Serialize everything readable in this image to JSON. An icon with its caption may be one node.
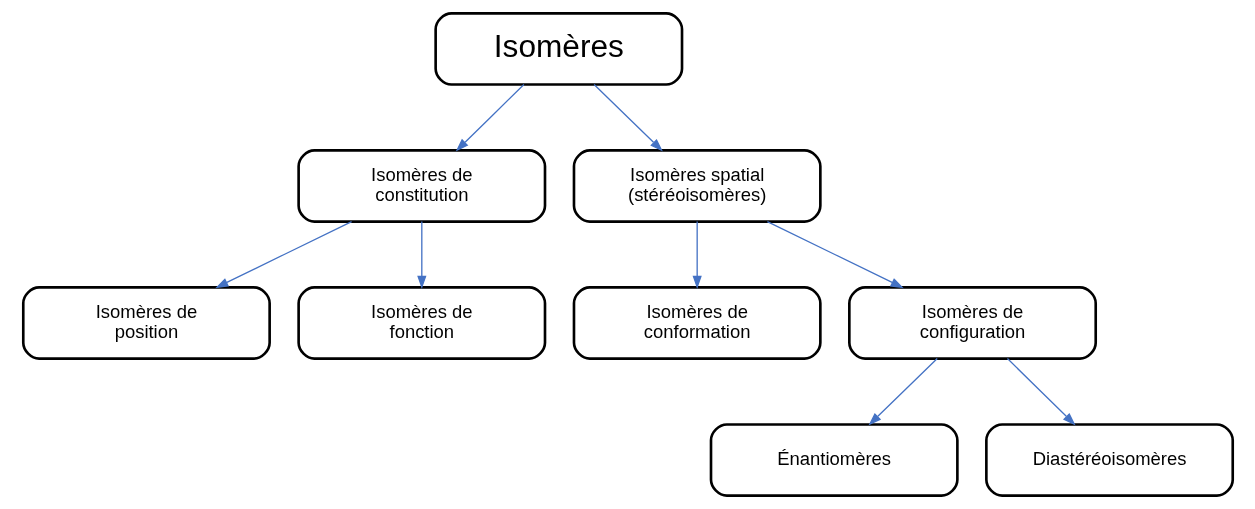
{
  "diagram": {
    "nodes": [
      {
        "text": [
          "Isomères"
        ]
      },
      {
        "text": [
          "Isomères de constitution"
        ]
      },
      {
        "text": [
          "Isomères spatial (stéréoisomères)"
        ]
      },
      {
        "text": [
          "Isomères de position"
        ]
      },
      {
        "text": [
          "Isomères de fonction"
        ]
      },
      {
        "text": [
          "Isomères de conformation"
        ]
      },
      {
        "text": [
          "Isomères de configuration"
        ]
      },
      {
        "text": [
          "Énantiomères"
        ]
      },
      {
        "text": [
          "Diastéréoisomères"
        ]
      }
    ],
    "edges": [
      {
        "from": 0,
        "to": 1,
        "arrow": "to",
        "color": "#4472c4"
      },
      {
        "from": 0,
        "to": 2,
        "arrow": "to",
        "color": "#4472c4"
      },
      {
        "from": 1,
        "to": 3,
        "arrow": "to",
        "color": "#4472c4"
      },
      {
        "from": 1,
        "to": 4,
        "arrow": "to",
        "color": "#4472c4"
      },
      {
        "from": 2,
        "to": 5,
        "arrow": "to",
        "color": "#4472c4"
      },
      {
        "from": 2,
        "to": 6,
        "arrow": "to",
        "color": "#4472c4"
      },
      {
        "from": 6,
        "to": 7,
        "arrow": "to",
        "color": "#4472c4"
      },
      {
        "from": 6,
        "to": 8,
        "arrow": "to",
        "color": "#4472c4"
      }
    ]
  }
}
